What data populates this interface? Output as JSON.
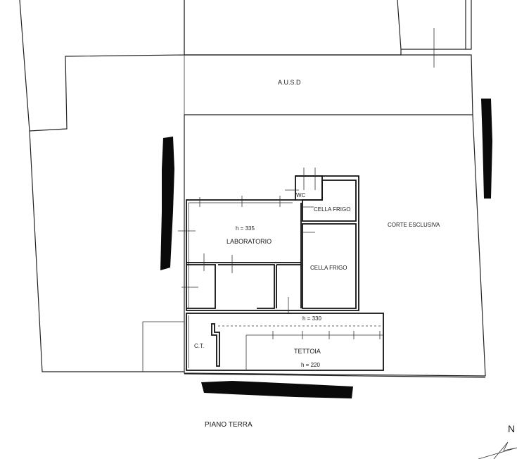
{
  "labels": {
    "ausd": "A.U.S.D",
    "wc": "WC",
    "cella_frigo_top": "CELLA FRIGO",
    "cella_frigo_bottom": "CELLA FRIGO",
    "height_lab": "h = 335",
    "laboratorio": "LABORATORIO",
    "corte": "CORTE  ESCLUSIVA",
    "height_330": "h = 330",
    "ct": "C.T.",
    "tettoia": "TETTOIA",
    "height_220": "h = 220",
    "floor_title": "PIANO    TERRA",
    "north": "N"
  },
  "colors": {
    "ink": "#222222",
    "redaction": "#0a0a0a",
    "paper": "#ffffff"
  }
}
